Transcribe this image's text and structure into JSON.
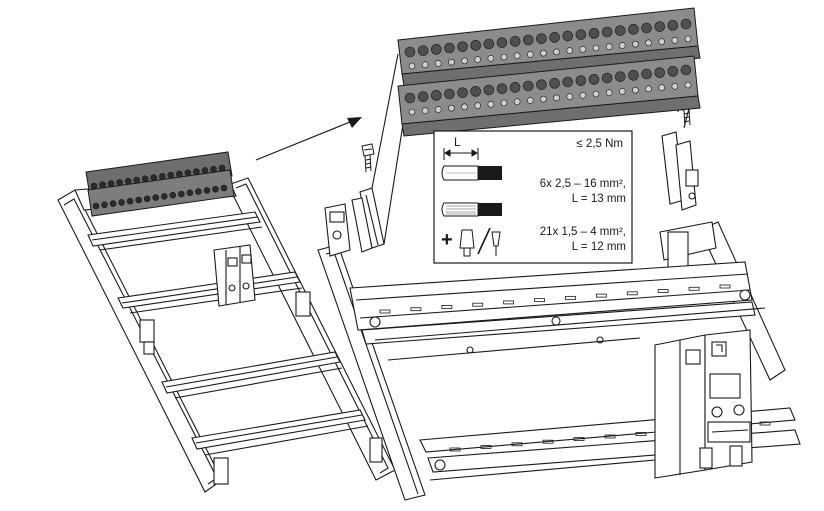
{
  "colors": {
    "line": "#1a1a1a",
    "terminal_block": "#8c8c8c",
    "terminal_dark": "#5a5a5a",
    "background": "#ffffff"
  },
  "spec_box": {
    "length_symbol": "L",
    "torque": "≤ 2,5 Nm",
    "rigid_wire": {
      "count_section": "6x 2,5 – 16 mm²,",
      "strip_length": "L = 13 mm"
    },
    "stranded_wire": {
      "plus_sign": "+",
      "count_section": "21x 1,5 – 4 mm²,",
      "strip_length": "L = 12 mm"
    }
  },
  "icons": [
    "arrow-icon",
    "screw-icon",
    "ferrule-icon",
    "wire-rigid-icon",
    "wire-stranded-icon",
    "dimension-icon"
  ]
}
